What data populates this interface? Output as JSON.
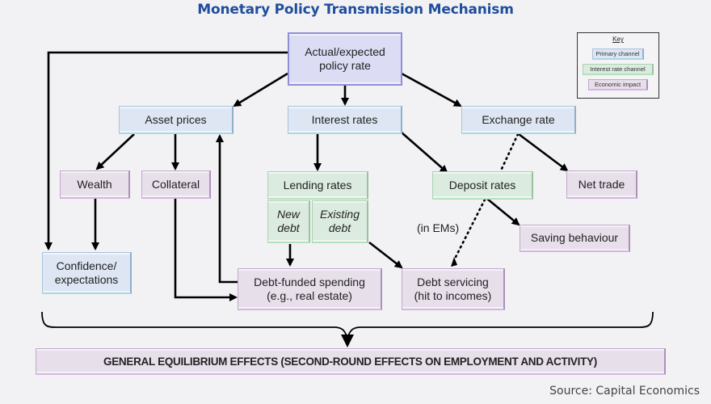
{
  "title": "Monetary Policy Transmission Mechanism",
  "nodes": {
    "policy_rate": {
      "line1": "Actual/expected",
      "line2": "policy rate",
      "category": "policy"
    },
    "asset_prices": {
      "label": "Asset prices",
      "category": "primary"
    },
    "interest_rates": {
      "label": "Interest rates",
      "category": "primary"
    },
    "exchange_rate": {
      "label": "Exchange rate",
      "category": "primary"
    },
    "wealth": {
      "label": "Wealth",
      "category": "impact"
    },
    "collateral": {
      "label": "Collateral",
      "category": "impact"
    },
    "lending_rates": {
      "label": "Lending rates",
      "category": "interest"
    },
    "new_debt": {
      "line1": "New",
      "line2": "debt",
      "category": "interest"
    },
    "existing_debt": {
      "line1": "Existing",
      "line2": "debt",
      "category": "interest"
    },
    "deposit_rates": {
      "label": "Deposit rates",
      "category": "interest"
    },
    "net_trade": {
      "label": "Net trade",
      "category": "impact"
    },
    "saving_behaviour": {
      "label": "Saving behaviour",
      "category": "impact"
    },
    "confidence": {
      "line1": "Confidence/",
      "line2": "expectations",
      "category": "primary"
    },
    "debt_funded_spending": {
      "line1": "Debt-funded spending",
      "line2": "(e.g., real estate)",
      "category": "impact"
    },
    "debt_servicing": {
      "line1": "Debt servicing",
      "line2": "(hit to incomes)",
      "category": "impact"
    },
    "general_equilibrium": {
      "label": "GENERAL EQUILIBRIUM EFFECTS (SECOND-ROUND EFFECTS ON EMPLOYMENT AND ACTIVITY)",
      "category": "impact"
    }
  },
  "edges": [
    {
      "from": "policy_rate",
      "to": "asset_prices",
      "style": "solid"
    },
    {
      "from": "policy_rate",
      "to": "interest_rates",
      "style": "solid"
    },
    {
      "from": "policy_rate",
      "to": "exchange_rate",
      "style": "solid"
    },
    {
      "from": "policy_rate",
      "to": "confidence",
      "style": "solid"
    },
    {
      "from": "asset_prices",
      "to": "wealth",
      "style": "solid"
    },
    {
      "from": "asset_prices",
      "to": "collateral",
      "style": "solid"
    },
    {
      "from": "interest_rates",
      "to": "lending_rates",
      "style": "solid"
    },
    {
      "from": "interest_rates",
      "to": "deposit_rates",
      "style": "solid"
    },
    {
      "from": "exchange_rate",
      "to": "net_trade",
      "style": "solid"
    },
    {
      "from": "exchange_rate",
      "to": "deposit_rates",
      "style": "dotted"
    },
    {
      "from": "deposit_rates",
      "to": "saving_behaviour",
      "style": "solid"
    },
    {
      "from": "deposit_rates",
      "to": "debt_servicing",
      "style": "dotted",
      "label": "(in EMs)"
    },
    {
      "from": "wealth",
      "to": "confidence",
      "style": "solid"
    },
    {
      "from": "collateral",
      "to": "debt_funded_spending",
      "style": "solid"
    },
    {
      "from": "debt_funded_spending",
      "to": "asset_prices",
      "style": "solid"
    },
    {
      "from": "new_debt",
      "to": "debt_funded_spending",
      "style": "solid"
    },
    {
      "from": "existing_debt",
      "to": "debt_servicing",
      "style": "solid"
    },
    {
      "from": "all_impacts",
      "to": "general_equilibrium",
      "style": "brace"
    }
  ],
  "edge_label": "(in EMs)",
  "key": {
    "title": "Key",
    "items": [
      {
        "label": "Primary channel",
        "color": "#dde6f2"
      },
      {
        "label": "Interest rate channel",
        "color": "#dcebe0"
      },
      {
        "label": "Economic impact",
        "color": "#e7dfea"
      }
    ]
  },
  "colors": {
    "title": "#1f4e9c",
    "policy": "#dcdcf4",
    "primary": "#dde6f2",
    "interest": "#dcebe0",
    "impact": "#e7dfea"
  },
  "source": "Source: Capital Economics"
}
